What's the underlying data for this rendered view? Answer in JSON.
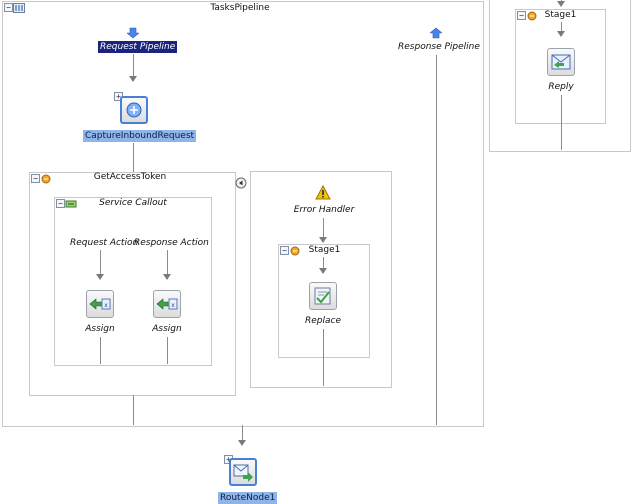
{
  "pipeline": {
    "title": "TasksPipeline",
    "request_label": "Request Pipeline",
    "response_label": "Response Pipeline"
  },
  "capture_node": {
    "label": "CaptureInboundRequest"
  },
  "access_token_stage": {
    "title": "GetAccessToken"
  },
  "service_callout": {
    "title": "Service Callout",
    "request_action": "Request Action",
    "response_action": "Response Action",
    "assign_request": "Assign",
    "assign_response": "Assign"
  },
  "error_handler": {
    "label": "Error Handler",
    "stage_title": "Stage1",
    "replace_label": "Replace"
  },
  "right_stage": {
    "title": "Stage1",
    "reply_label": "Reply"
  },
  "bottom_node": {
    "label": "RouteNode1"
  },
  "icons": {
    "pipeline": "pipeline-icon",
    "stage": "stage-icon",
    "callout": "service-callout-icon",
    "assign": "assign-icon",
    "warning": "warning-icon",
    "replace": "replace-icon",
    "reply": "reply-icon",
    "route": "route-icon",
    "toggle": "collapse-toggle-icon",
    "left_arrow": "left-arrow-icon"
  },
  "colors": {
    "selection": "#8fb4e8",
    "request_highlight": "#1a237e",
    "connector": "#8a8a8a",
    "border": "#c8c8c8"
  }
}
